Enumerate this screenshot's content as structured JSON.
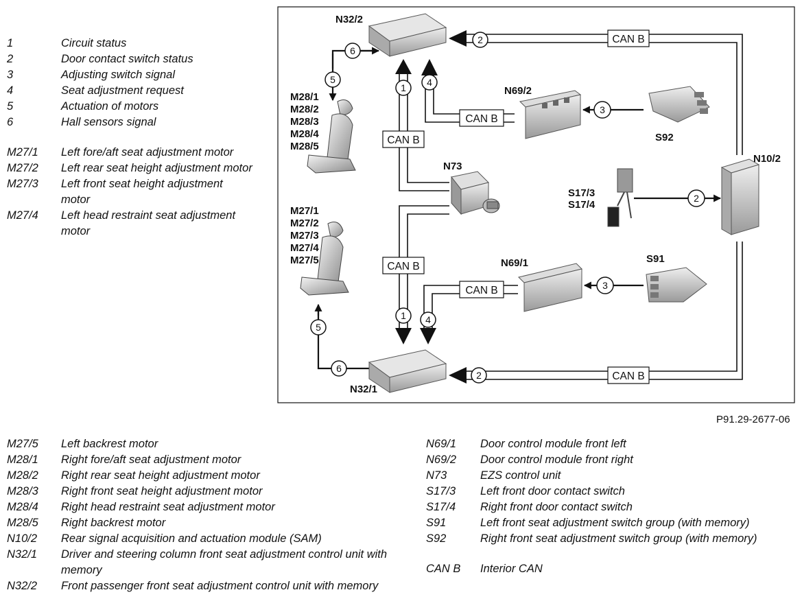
{
  "legend_top": [
    {
      "code": "1",
      "desc": "Circuit status"
    },
    {
      "code": "2",
      "desc": "Door contact switch status"
    },
    {
      "code": "3",
      "desc": "Adjusting switch signal"
    },
    {
      "code": "4",
      "desc": "Seat adjustment request"
    },
    {
      "code": "5",
      "desc": "Actuation of motors"
    },
    {
      "code": "6",
      "desc": "Hall sensors signal"
    },
    {
      "code": "M27/1",
      "desc": "Left fore/aft seat adjustment motor"
    },
    {
      "code": "M27/2",
      "desc": "Left rear seat height adjustment motor"
    },
    {
      "code": "M27/3",
      "desc": "Left front seat height adjustment motor"
    },
    {
      "code": "M27/4",
      "desc": "Left head restraint seat adjustment motor"
    }
  ],
  "legend_left": [
    {
      "code": "M27/5",
      "desc": "Left backrest motor"
    },
    {
      "code": "M28/1",
      "desc": "Right fore/aft seat adjustment motor"
    },
    {
      "code": "M28/2",
      "desc": "Right rear seat height adjustment motor"
    },
    {
      "code": "M28/3",
      "desc": "Right front seat height adjustment motor"
    },
    {
      "code": "M28/4",
      "desc": "Right head restraint seat adjustment motor"
    },
    {
      "code": "M28/5",
      "desc": "Right backrest motor"
    },
    {
      "code": "N10/2",
      "desc": "Rear signal acquisition and actuation module (SAM)"
    },
    {
      "code": "N32/1",
      "desc": "Driver and steering column front seat adjustment control unit with memory"
    },
    {
      "code": "N32/2",
      "desc": "Front passenger front seat adjustment control unit with memory"
    }
  ],
  "legend_right": [
    {
      "code": "N69/1",
      "desc": "Door control module front left"
    },
    {
      "code": "N69/2",
      "desc": "Door control module front right"
    },
    {
      "code": "N73",
      "desc": "EZS control unit"
    },
    {
      "code": "S17/3",
      "desc": "Left front door contact switch"
    },
    {
      "code": "S17/4",
      "desc": "Right front door contact switch"
    },
    {
      "code": "S91",
      "desc": "Left front seat adjustment switch group (with memory)"
    },
    {
      "code": "S92",
      "desc": "Right front seat adjustment switch group (with memory)"
    },
    {
      "code": "CAN B",
      "desc": "Interior CAN"
    }
  ],
  "figure_code": "P91.29-2677-06",
  "diagram": {
    "components": {
      "n32_2": "N32/2",
      "n32_1": "N32/1",
      "n69_2": "N69/2",
      "n69_1": "N69/1",
      "n73": "N73",
      "n10_2": "N10/2",
      "s92": "S92",
      "s91": "S91",
      "s17_3": "S17/3",
      "s17_4": "S17/4",
      "m28_1": "M28/1",
      "m28_2": "M28/2",
      "m28_3": "M28/3",
      "m28_4": "M28/4",
      "m28_5": "M28/5",
      "m27_1": "M27/1",
      "m27_2": "M27/2",
      "m27_3": "M27/3",
      "m27_4": "M27/4",
      "m27_5": "M27/5"
    },
    "bus_label": "CAN B",
    "signals": {
      "s1": "1",
      "s2": "2",
      "s3": "3",
      "s4": "4",
      "s5": "5",
      "s6": "6"
    }
  }
}
